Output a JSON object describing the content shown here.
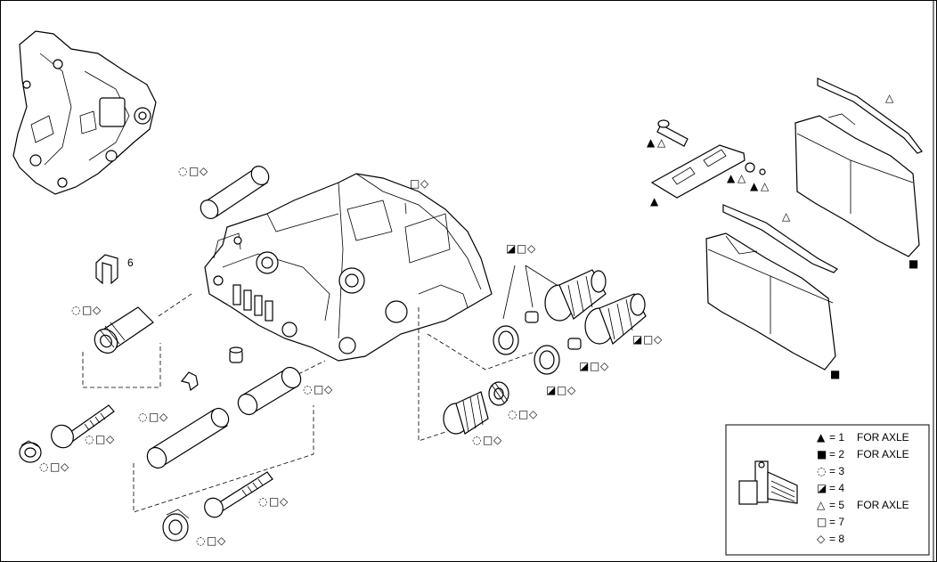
{
  "diagram": {
    "part_six_label": "6",
    "symbols": {
      "circle": "◌",
      "square": "□",
      "diamond": "◇",
      "triangle_open": "△",
      "triangle_filled": "▲",
      "square_filled": "■",
      "square_half": "◪"
    },
    "callouts": [
      {
        "id": "sleeve-top",
        "marks": [
          "◌",
          "□",
          "◇"
        ]
      },
      {
        "id": "housing",
        "marks": [
          "□",
          "◇"
        ]
      },
      {
        "id": "guide-pin-left",
        "marks": [
          "◌",
          "□",
          "◇"
        ]
      },
      {
        "id": "bolt-left",
        "marks": [
          "◌",
          "□",
          "◇"
        ]
      },
      {
        "id": "bushing-left",
        "marks": [
          "◌",
          "□",
          "◇"
        ]
      },
      {
        "id": "clip-part",
        "marks": [
          "◌",
          "□",
          "◇"
        ]
      },
      {
        "id": "sleeve-mid",
        "marks": [
          "◌",
          "□",
          "◇"
        ]
      },
      {
        "id": "bolt-bottom",
        "marks": [
          "◌",
          "□",
          "◇"
        ]
      },
      {
        "id": "bushing-bottom",
        "marks": [
          "◌",
          "□",
          "◇"
        ]
      },
      {
        "id": "piston-kit",
        "marks": [
          "◪",
          "□",
          "◇"
        ]
      },
      {
        "id": "boot-right",
        "marks": [
          "◪",
          "□",
          "◇"
        ]
      },
      {
        "id": "seal-ring",
        "marks": [
          "◪",
          "□",
          "◇"
        ]
      },
      {
        "id": "seal-ring-2",
        "marks": [
          "◪",
          "□",
          "◇"
        ]
      },
      {
        "id": "boot-left",
        "marks": [
          "◌",
          "□",
          "◇"
        ]
      },
      {
        "id": "ring-left",
        "marks": [
          "◌",
          "□",
          "◇"
        ]
      },
      {
        "id": "pad-pin",
        "marks": [
          "▲",
          "△"
        ]
      },
      {
        "id": "retainer-plate",
        "marks": [
          "▲"
        ]
      },
      {
        "id": "nut-a",
        "marks": [
          "▲",
          "△"
        ]
      },
      {
        "id": "nut-b",
        "marks": [
          "▲",
          "△"
        ]
      },
      {
        "id": "spring-top",
        "marks": [
          "△"
        ]
      },
      {
        "id": "spring-bottom",
        "marks": [
          "△"
        ]
      },
      {
        "id": "pad-top",
        "marks": [
          "■"
        ]
      },
      {
        "id": "pad-bottom",
        "marks": [
          "■"
        ]
      }
    ]
  },
  "legend": {
    "rows": [
      {
        "symbol": "▲",
        "text": "= 1",
        "suffix": "FOR AXLE"
      },
      {
        "symbol": "■",
        "text": "= 2",
        "suffix": "FOR AXLE"
      },
      {
        "symbol": "◌",
        "text": "= 3",
        "suffix": ""
      },
      {
        "symbol": "◪",
        "text": "= 4",
        "suffix": ""
      },
      {
        "symbol": "△",
        "text": "= 5",
        "suffix": "FOR AXLE"
      },
      {
        "symbol": "□",
        "text": "= 7",
        "suffix": ""
      },
      {
        "symbol": "◇",
        "text": "= 8",
        "suffix": ""
      }
    ]
  }
}
